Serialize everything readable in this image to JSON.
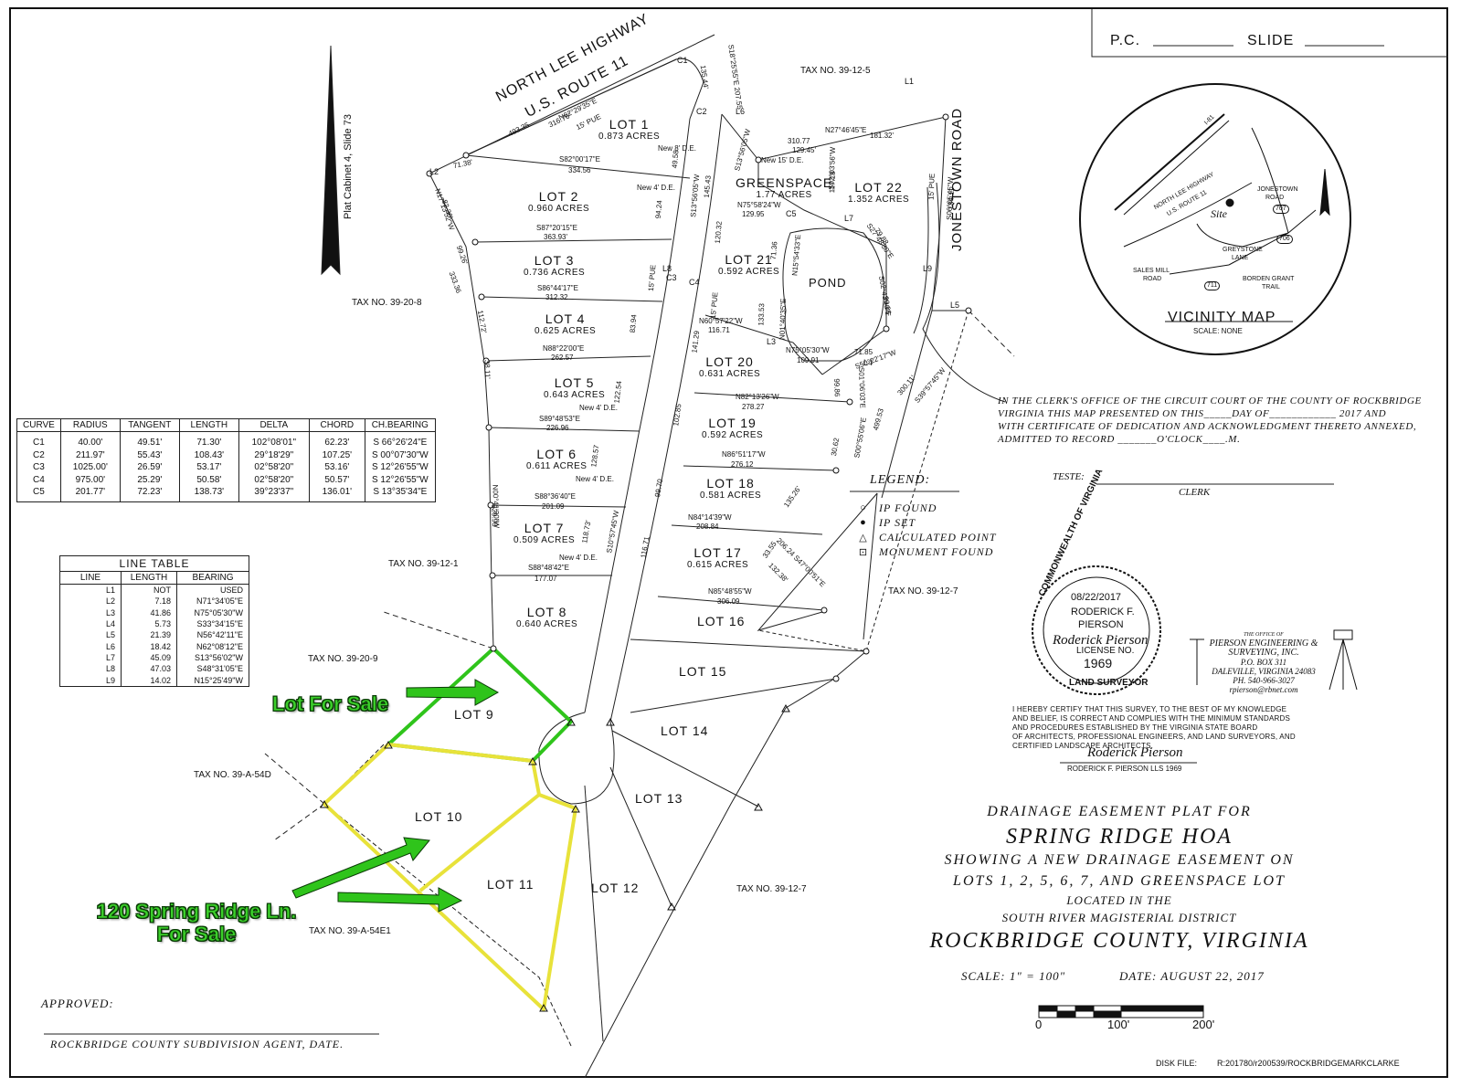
{
  "title_block": {
    "pc_label": "P.C.",
    "slide_label": "SLIDE",
    "plat_ref": "Plat Cabinet 4, Slide 73"
  },
  "roads": {
    "highway_line1": "NORTH LEE HIGHWAY",
    "highway_line2": "U.S. ROUTE 11",
    "jonestown": "JONESTOWN ROAD"
  },
  "tax_parcels": [
    "TAX NO. 39-12-5",
    "TAX NO. 39-20-8",
    "TAX NO. 39-12-1",
    "TAX NO. 39-20-9",
    "TAX NO. 39-A-54D",
    "TAX NO. 39-A-54E1",
    "TAX NO. 39-12-7",
    "TAX NO. 39-12-7"
  ],
  "lots": [
    {
      "name": "LOT 1",
      "acres": "0.873 ACRES"
    },
    {
      "name": "LOT 2",
      "acres": "0.960 ACRES"
    },
    {
      "name": "LOT 3",
      "acres": "0.736 ACRES"
    },
    {
      "name": "LOT 4",
      "acres": "0.625 ACRES"
    },
    {
      "name": "LOT 5",
      "acres": "0.643 ACRES"
    },
    {
      "name": "LOT 6",
      "acres": "0.611 ACRES"
    },
    {
      "name": "LOT 7",
      "acres": "0.509 ACRES"
    },
    {
      "name": "LOT 8",
      "acres": "0.640 ACRES"
    },
    {
      "name": "LOT 9",
      "acres": ""
    },
    {
      "name": "LOT 10",
      "acres": ""
    },
    {
      "name": "LOT 11",
      "acres": ""
    },
    {
      "name": "LOT 12",
      "acres": ""
    },
    {
      "name": "LOT 13",
      "acres": ""
    },
    {
      "name": "LOT 14",
      "acres": ""
    },
    {
      "name": "LOT 15",
      "acres": ""
    },
    {
      "name": "LOT 16",
      "acres": ""
    },
    {
      "name": "LOT 17",
      "acres": "0.615 ACRES"
    },
    {
      "name": "LOT 18",
      "acres": "0.581 ACRES"
    },
    {
      "name": "LOT 19",
      "acres": "0.592 ACRES"
    },
    {
      "name": "LOT 20",
      "acres": "0.631 ACRES"
    },
    {
      "name": "LOT 21",
      "acres": "0.592 ACRES"
    },
    {
      "name": "LOT 22",
      "acres": "1.352 ACRES"
    },
    {
      "name": "GREENSPACE",
      "acres": "1.77 ACRES"
    }
  ],
  "pond": "POND",
  "bearings": [
    "S82°00'17\"E",
    "334.56",
    "S87°20'15\"E",
    "363.93'",
    "S86°44'17\"E",
    "312.32",
    "N88°22'00\"E",
    "262.57",
    "S89°48'53\"E",
    "226.96",
    "S88°36'40\"E",
    "201.09",
    "S88°48'42\"E",
    "177.07",
    "N75°58'24\"W",
    "129.95",
    "N60°57'22\"W",
    "116.71",
    "N82°13'26\"W",
    "278.27",
    "N86°51'17\"W",
    "276.12",
    "N84°14'39\"W",
    "208.84",
    "N85°48'55\"W",
    "306.09",
    "N27°46'45\"E",
    "181.32'",
    "310.77",
    "129.45'",
    "N62°29'35\"E",
    "316.76'",
    "493.35",
    "15' PUE",
    "71.38'",
    "83.36'",
    "N17°13'52\"W",
    "99.26'",
    "333.36",
    "112.72'",
    "38.11'",
    "N00°41'30\"W",
    "529.93",
    "83.94",
    "122.54",
    "118.73'",
    "128.57",
    "S10°57'45\"W",
    "94.24",
    "49.58",
    "S13°56'05\"W",
    "145.43",
    "120.32",
    "141.29",
    "102.85",
    "99.70",
    "116.71",
    "S18°25'55\"E 207.55",
    "135.44'",
    "S13°56'05\"W",
    "S02°03'56\"W",
    "117.18",
    "S02°43'40\"E",
    "99.66",
    "S27°48'30\"E",
    "79.88",
    "71.36",
    "N15°54'33\"E",
    "133.53",
    "N01°40'35\"E",
    "N75°05'30\"W",
    "109.91",
    "S50°22'17\"W",
    "71.85",
    "S01°06'03\"E",
    "99.86",
    "300.11'",
    "S39°57'45\"W",
    "499.53",
    "30.62",
    "S00°55'06\"E",
    "135.26'",
    "33.55",
    "206.24 S47°00'51\"E",
    "132.38'",
    "S06°05'45\"W",
    "184.11",
    "15' PUE",
    "New 8' D.E.",
    "New 4' D.E.",
    "New 15' D.E.",
    "New 4' D.E.",
    "New 4' D.E.",
    "New 4' D.E.",
    "15' PUE",
    "15' PUE",
    "C1",
    "C2",
    "C3",
    "C4",
    "C5",
    "L1",
    "L2",
    "L3",
    "L4",
    "L5",
    "L6",
    "L7",
    "L8",
    "L9"
  ],
  "curve_table": {
    "headers": [
      "CURVE",
      "RADIUS",
      "TANGENT",
      "LENGTH",
      "DELTA",
      "CHORD",
      "CH.BEARING"
    ],
    "rows": [
      [
        "C1",
        "40.00'",
        "49.51'",
        "71.30'",
        "102°08'01\"",
        "62.23'",
        "S 66°26'24\"E"
      ],
      [
        "C2",
        "211.97'",
        "55.43'",
        "108.43'",
        "29°18'29\"",
        "107.25'",
        "S 00°07'30\"W"
      ],
      [
        "C3",
        "1025.00'",
        "26.59'",
        "53.17'",
        "02°58'20\"",
        "53.16'",
        "S 12°26'55\"W"
      ],
      [
        "C4",
        "975.00'",
        "25.29'",
        "50.58'",
        "02°58'20\"",
        "50.57'",
        "S 12°26'55\"W"
      ],
      [
        "C5",
        "201.77'",
        "72.23'",
        "138.73'",
        "39°23'37\"",
        "136.01'",
        "S 13°35'34\"E"
      ]
    ]
  },
  "line_table": {
    "title": "LINE TABLE",
    "headers": [
      "LINE",
      "LENGTH",
      "BEARING"
    ],
    "rows": [
      [
        "L1",
        "NOT",
        "USED"
      ],
      [
        "L2",
        "7.18",
        "N71°34'05\"E"
      ],
      [
        "L3",
        "41.86",
        "N75°05'30\"W"
      ],
      [
        "L4",
        "5.73",
        "S33°34'15\"E"
      ],
      [
        "L5",
        "21.39",
        "N56°42'11\"E"
      ],
      [
        "L6",
        "18.42",
        "N62°08'12\"E"
      ],
      [
        "L7",
        "45.09",
        "S13°56'02\"W"
      ],
      [
        "L8",
        "47.03",
        "S48°31'05\"E"
      ],
      [
        "L9",
        "14.02",
        "N15°25'49\"W"
      ]
    ]
  },
  "legend": {
    "title": "LEGEND:",
    "items": [
      {
        "symbol": "○",
        "label": "IP FOUND"
      },
      {
        "symbol": "●",
        "label": "IP SET"
      },
      {
        "symbol": "△",
        "label": "CALCULATED POINT"
      },
      {
        "symbol": "⊡",
        "label": "MONUMENT FOUND"
      }
    ]
  },
  "vicinity_map": {
    "title": "VICINITY MAP",
    "scale": "SCALE: NONE",
    "labels": [
      "I-81",
      "NORTH LEE HIGHWAY",
      "U.S. ROUTE 11",
      "Site",
      "JONESTOWN",
      "ROAD",
      "707",
      "706",
      "711",
      "GREYSTONE",
      "LANE",
      "SALES MILL",
      "ROAD",
      "BORDEN GRANT",
      "TRAIL"
    ]
  },
  "clerk": {
    "line1": "IN THE CLERK'S OFFICE OF THE CIRCUIT COURT OF THE COUNTY OF ROCKBRIDGE",
    "line2": "VIRGINIA THIS MAP PRESENTED ON THIS_____DAY OF____________ 2017 AND",
    "line3": "WITH CERTIFICATE OF DEDICATION AND ACKNOWLEDGMENT THERETO ANNEXED,",
    "line4": "ADMITTED TO RECORD _______O'CLOCK____.M.",
    "teste": "TESTE:",
    "clerk": "CLERK"
  },
  "seal": {
    "top": "COMMONWEALTH OF VIRGINIA",
    "date": "08/22/2017",
    "name1": "RODERICK F.",
    "name2": "PIERSON",
    "signature": "Roderick Pierson",
    "license_label": "LICENSE NO.",
    "license_no": "1969",
    "bottom": "LAND SURVEYOR"
  },
  "firm": {
    "line1": "THE OFFICE OF",
    "line2": "PIERSON ENGINEERING &",
    "line3": "SURVEYING, INC.",
    "line4": "P.O. BOX 311",
    "line5": "DALEVILLE, VIRGINIA 24083",
    "line6": "PH. 540-966-3027",
    "line7": "rpierson@rbnet.com"
  },
  "certification": {
    "line1": "I HEREBY CERTIFY THAT THIS SURVEY, TO THE BEST OF MY KNOWLEDGE",
    "line2": "AND BELIEF, IS CORRECT AND COMPLIES WITH THE MINIMUM STANDARDS",
    "line3": "AND PROCEDURES ESTABLISHED BY THE VIRGINIA  STATE BOARD",
    "line4": "OF ARCHITECTS, PROFESSIONAL ENGINEERS, AND LAND SURVEYORS, AND",
    "line5": "CERTIFIED LANDSCAPE ARCHITECTS.",
    "signature": "Roderick Pierson",
    "signer": "RODERICK F. PIERSON LLS 1969"
  },
  "plat_title": {
    "line1": "DRAINAGE EASEMENT PLAT FOR",
    "line2": "SPRING RIDGE HOA",
    "line3": "SHOWING A NEW DRAINAGE EASEMENT ON",
    "line4": "LOTS 1, 2, 5, 6, 7, AND GREENSPACE LOT",
    "line5": "LOCATED IN THE",
    "line6": "SOUTH RIVER MAGISTERIAL DISTRICT",
    "line7": "ROCKBRIDGE COUNTY, VIRGINIA",
    "scale": "SCALE:  1\" = 100\"",
    "date": "DATE:  AUGUST 22, 2017"
  },
  "scale_bar": {
    "t0": "0",
    "t1": "100'",
    "t2": "200'"
  },
  "approved": {
    "label": "APPROVED:",
    "agent": "ROCKBRIDGE COUNTY SUBDIVISION AGENT, DATE."
  },
  "disk_file": {
    "label": "DISK FILE:",
    "value": "R:201780/r200539/ROCKBRIDGEMARKCLARKE"
  },
  "annotations": {
    "lot_for_sale": "Lot  For Sale",
    "address_line1": "120 Spring Ridge Ln.",
    "address_line2": "For Sale"
  },
  "colors": {
    "highlight_green": "#2fc41b",
    "highlight_yellow": "#e8e23a",
    "ink": "#111111"
  }
}
